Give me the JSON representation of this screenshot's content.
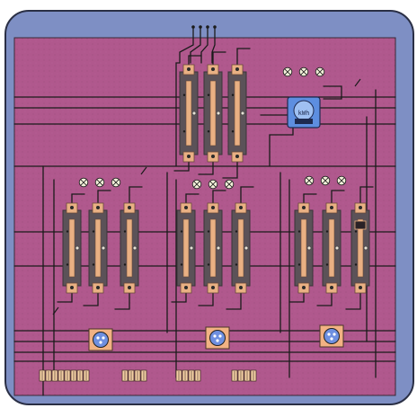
{
  "colors": {
    "frame": "#7e8fc4",
    "panel": "#b0588d",
    "panel_texture": "#9c4a7c",
    "wire": "#1b1b1b",
    "breaker_body": "#5b5258",
    "breaker_dark": "#3a3438",
    "terminal": "#e9b083",
    "terminal_edge": "#6a4a3a",
    "lamp_fill": "#f3f0da",
    "meter_fill": "#5d8ee0",
    "socket_fill": "#f2b283",
    "socket_inner": "#6e8fe0",
    "terminal_block": "#f5cfa5"
  },
  "diagram": {
    "type": "electrical-distribution-panel-wiring",
    "breaker_groups": 4,
    "breakers_per_group": 3,
    "indicator_lamp_sets": 4,
    "lamps_per_set": 3,
    "meters": 1,
    "sockets": 3,
    "terminal_strips": 4,
    "incoming_feeders": 4
  },
  "meter": {
    "label": "kWh",
    "icon": "meter-dial-icon"
  },
  "sockets": {
    "icon": "three-pin-socket-icon"
  },
  "lamps": {
    "icon": "indicator-lamp-icon"
  }
}
